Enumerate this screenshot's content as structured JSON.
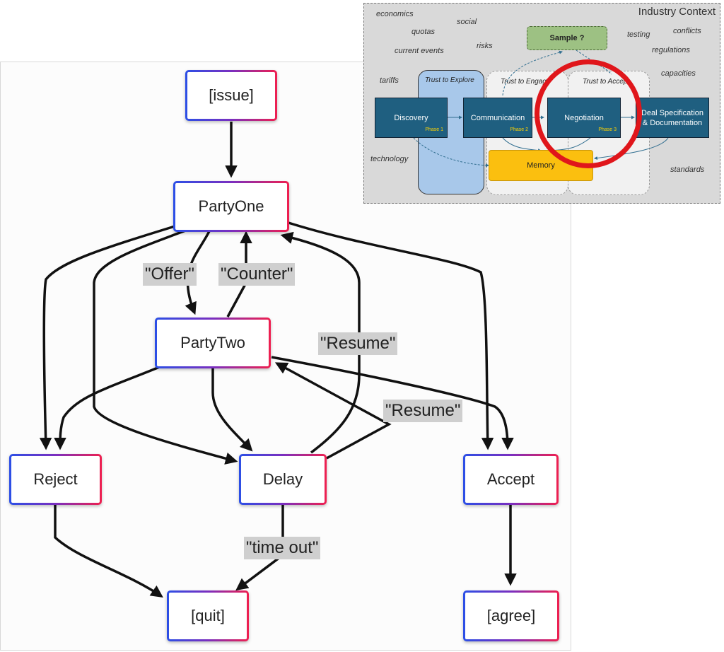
{
  "flow": {
    "nodes": {
      "issue": "[issue]",
      "party_one": "PartyOne",
      "party_two": "PartyTwo",
      "reject": "Reject",
      "delay": "Delay",
      "accept": "Accept",
      "quit": "[quit]",
      "agree": "[agree]"
    },
    "edge_labels": {
      "offer": "\"Offer\"",
      "counter": "\"Counter\"",
      "resume_one": "\"Resume\"",
      "resume_two": "\"Resume\"",
      "time_out": "\"time out\""
    },
    "colors": {
      "node_border_start": "#2b4fe6",
      "node_border_end": "#ef1f4f",
      "label_bg": "#cfcfcf",
      "edge": "#111111"
    }
  },
  "context": {
    "title": "Industry Context",
    "factors": {
      "economics": "economics",
      "social": "social",
      "quotas": "quotas",
      "risks": "risks",
      "current_events": "current events",
      "testing": "testing",
      "conflicts": "conflicts",
      "regulations": "regulations",
      "tariffs": "tariffs",
      "capacities": "capacities",
      "technology": "technology",
      "standards": "standards"
    },
    "sample": "Sample ?",
    "lanes": {
      "explore": "Trust to Explore",
      "engage": "Trust to Engage",
      "accept": "Trust to Accept"
    },
    "phases": {
      "discovery": "Discovery",
      "discovery_tag": "Phase 1",
      "communication": "Communication",
      "communication_tag": "Phase 2",
      "negotiation": "Negotiation",
      "negotiation_tag": "Phase 3",
      "deal": "Deal Specification & Documentation"
    },
    "memory": "Memory",
    "colors": {
      "phase_box": "#1f5f80",
      "memory": "#fbbf0f",
      "sample": "#9dc183",
      "explore_lane": "#a8c8ea",
      "highlight": "#e0161b"
    }
  }
}
